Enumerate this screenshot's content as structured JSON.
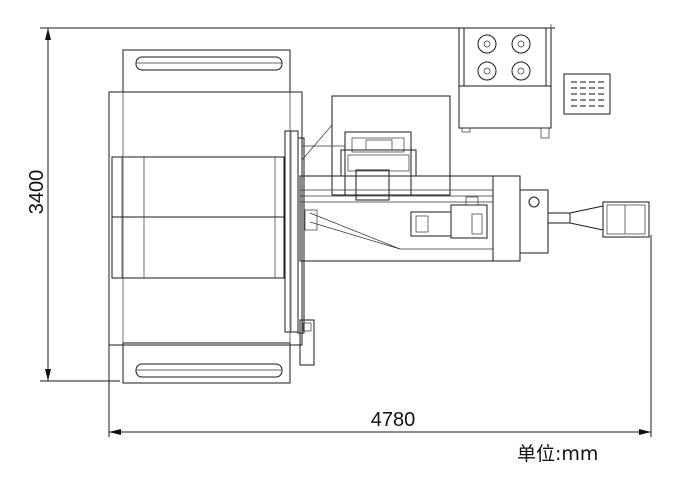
{
  "drawing": {
    "width_dimension": "4780",
    "height_dimension": "3400",
    "unit_label": "单位:mm"
  }
}
